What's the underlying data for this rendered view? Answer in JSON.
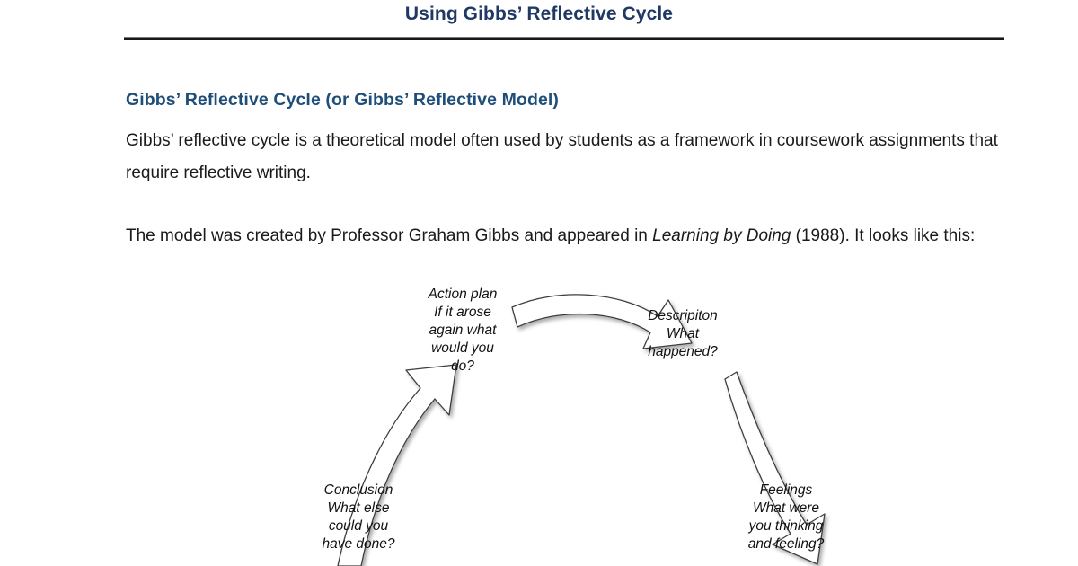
{
  "header": {
    "title": "Using Gibbs’ Reflective Cycle"
  },
  "content": {
    "section_heading": "Gibbs’ Reflective Cycle (or Gibbs’ Reflective Model)",
    "paragraph_1": "Gibbs’ reflective cycle is a theoretical model often used by students as a framework in coursework assignments that require reflective writing.",
    "paragraph_2_before": "The model was created by Professor Graham Gibbs and appeared in ",
    "paragraph_2_italic": "Learning by Doing",
    "paragraph_2_after": " (1988). It looks like this:"
  },
  "diagram": {
    "title": "Gibbs Reflective Cycle diagram",
    "stages": [
      {
        "id": "action-plan",
        "label": "Action plan\nIf it arose\nagain what\nwould you\ndo?"
      },
      {
        "id": "description",
        "label": "Descripiton\nWhat\nhappened?"
      },
      {
        "id": "feelings",
        "label": "Feelings\nWhat were\nyou thinking\nand feeling?"
      },
      {
        "id": "conclusion",
        "label": "Conclusion\nWhat else\ncould you\nhave done?"
      }
    ],
    "arrows": [
      {
        "id": "arrow-top",
        "from": "action-plan",
        "to": "description"
      },
      {
        "id": "arrow-right",
        "from": "description",
        "to": "feelings"
      },
      {
        "id": "arrow-left",
        "from": "conclusion",
        "to": "action-plan"
      }
    ]
  },
  "colors": {
    "title": "#1F3864",
    "heading": "#1F4E79",
    "body_text": "#1a1a1a",
    "rule": "#17181a",
    "arrow_stroke": "#3c3c3c",
    "arrow_fill": "#ffffff",
    "background": "#ffffff"
  }
}
